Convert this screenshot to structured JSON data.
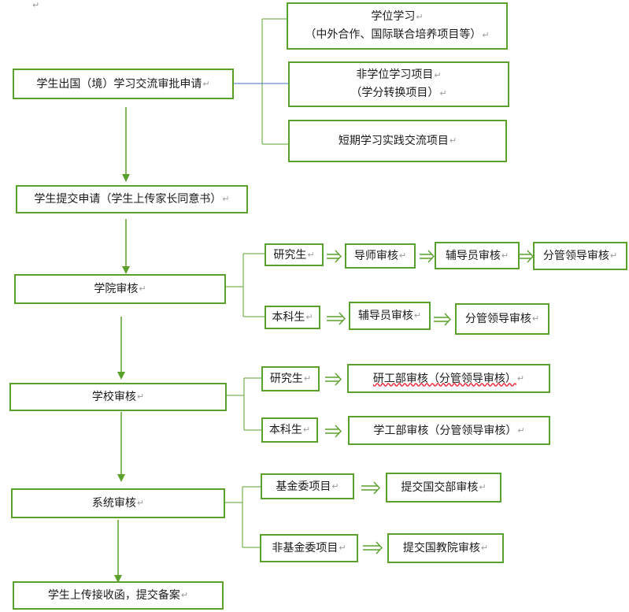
{
  "nodes": {
    "apply": "学生出国（境）学习交流审批申请",
    "submit": "学生提交申请（学生上传家长同意书）",
    "college": "学院审核",
    "school": "学校审核",
    "system": "系统审核",
    "final": "学生上传接收函，提交备案"
  },
  "types": {
    "degree_line1": "学位学习",
    "degree_line2": "（中外合作、国际联合培养项目等）",
    "nondegree_line1": "非学位学习项目",
    "nondegree_line2": "（学分转换项目）",
    "short": "短期学习实践交流项目"
  },
  "college_branch": {
    "grad": "研究生",
    "grad_step1": "导师审核",
    "grad_step2": "辅导员审核",
    "grad_step3": "分管领导审核",
    "undergrad": "本科生",
    "undergrad_step1": "辅导员审核",
    "undergrad_step2": "分管领导审核"
  },
  "school_branch": {
    "grad": "研究生",
    "grad_step": "研工部审核（分管领导审核）",
    "undergrad": "本科生",
    "undergrad_step": "学工部审核（分管领导审核）"
  },
  "system_branch": {
    "fund": "基金委项目",
    "fund_step": "提交国交部审核",
    "nonfund": "非基金委项目",
    "nonfund_step": "提交国教院审核"
  },
  "colors": {
    "accent": "#5aa02c",
    "blue_line": "#4472c4"
  }
}
